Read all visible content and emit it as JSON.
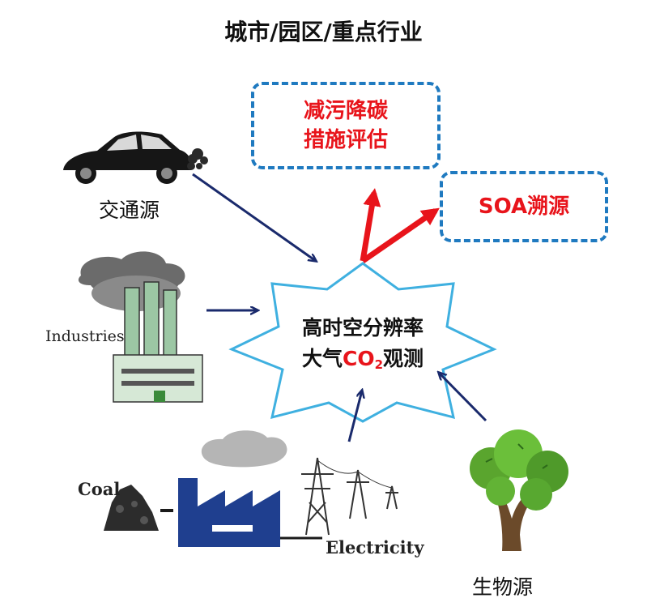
{
  "title": "城市/园区/重点行业",
  "targets": {
    "measures_line1": "减污降碳",
    "measures_line2": "措施评估",
    "soa": "SOA溯源"
  },
  "center": {
    "line1": "高时空分辨率",
    "line2_prefix": "大气",
    "co2_main": "CO",
    "co2_sub": "2",
    "line2_suffix": "观测"
  },
  "sources": {
    "traffic": "交通源",
    "industries": "Industries",
    "coal": "Coal",
    "electricity": "Electricity",
    "biogenic": "生物源"
  },
  "colors": {
    "accent_red": "#e8141b",
    "box_border": "#1f7ac0",
    "arrow_navy": "#1a2a6c",
    "star_border": "#3fb0e0"
  }
}
